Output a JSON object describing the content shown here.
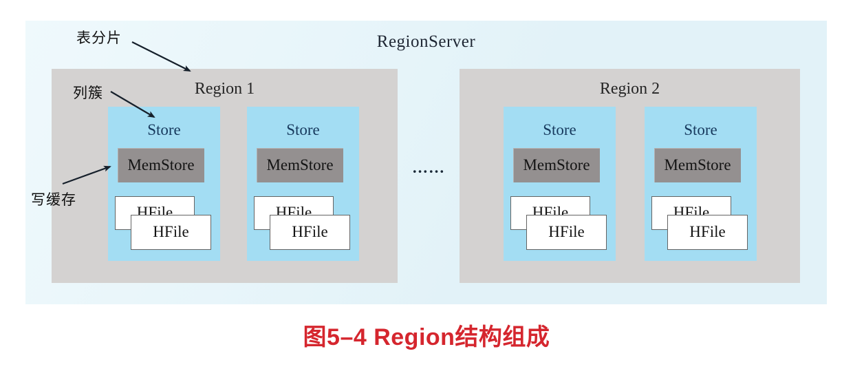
{
  "figure": {
    "server_label": "RegionServer",
    "regions": [
      {
        "label": "Region 1",
        "stores": [
          {
            "title": "Store",
            "memstore": "MemStore",
            "hfiles": [
              "HFile",
              "HFile"
            ]
          },
          {
            "title": "Store",
            "memstore": "MemStore",
            "hfiles": [
              "HFile",
              "HFile"
            ]
          }
        ]
      },
      {
        "label": "Region 2",
        "stores": [
          {
            "title": "Store",
            "memstore": "MemStore",
            "hfiles": [
              "HFile",
              "HFile"
            ]
          },
          {
            "title": "Store",
            "memstore": "MemStore",
            "hfiles": [
              "HFile",
              "HFile"
            ]
          }
        ]
      }
    ],
    "ellipsis": "……",
    "annotations": [
      {
        "label": "表分片"
      },
      {
        "label": "列簇"
      },
      {
        "label": "写缓存"
      }
    ],
    "caption": "图5–4 Region结构组成",
    "colors": {
      "server_bg": "#e2f2f8",
      "server_bg_light": "#eff9fc",
      "region_bg": "#d4d2d1",
      "store_bg": "#a3ddf3",
      "memstore_bg": "#949090",
      "hfile_bg": "#ffffff",
      "hfile_border": "#636363",
      "store_text": "#17395d",
      "memstore_text": "#141414",
      "hfile_text": "#141414",
      "region_text": "#252525",
      "title_text": "#1e2633",
      "anno_text": "#101010",
      "ellipsis_text": "#1c2a38",
      "arrow": "#16202b",
      "caption_red": "#d5262e"
    }
  }
}
